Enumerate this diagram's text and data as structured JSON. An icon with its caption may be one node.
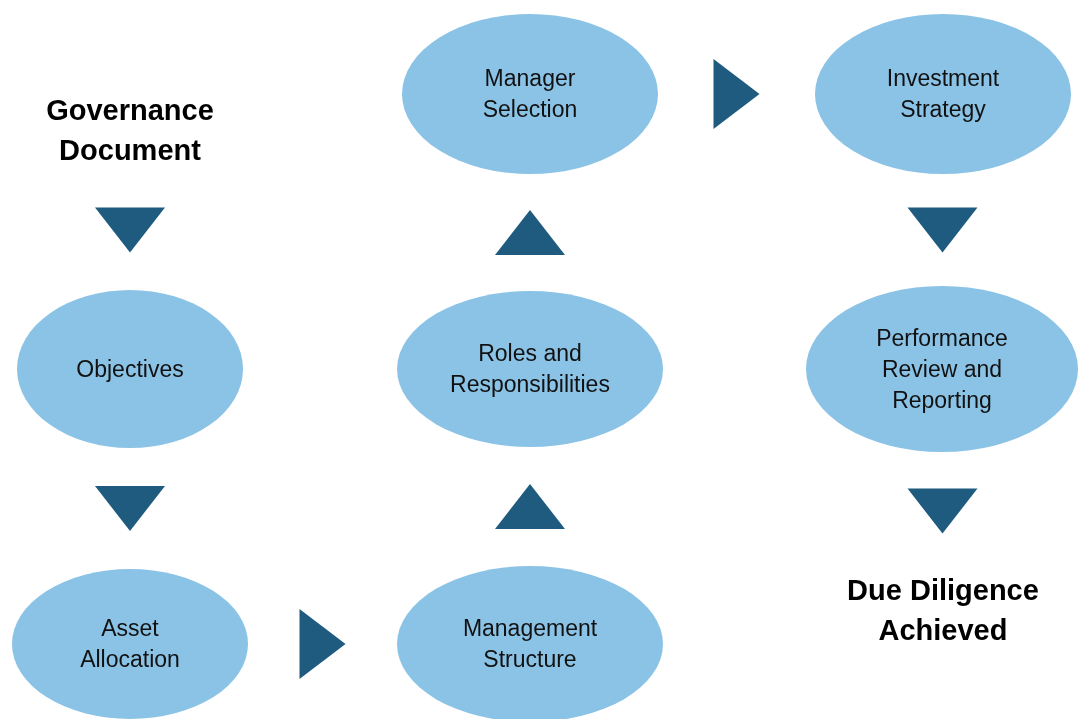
{
  "diagram": {
    "nodes": [
      {
        "text": [
          "Governance Document"
        ]
      },
      {
        "text": [
          "Objectives"
        ]
      },
      {
        "text": [
          "Asset Allocation"
        ]
      },
      {
        "text": [
          "Management Structure"
        ]
      },
      {
        "text": [
          "Roles and Responsibilities"
        ]
      },
      {
        "text": [
          "Manager Selection"
        ]
      },
      {
        "text": [
          "Investment Strategy"
        ]
      },
      {
        "text": [
          "Performance Review and Reporting"
        ]
      },
      {
        "text": [
          "Due Diligence Achieved"
        ]
      }
    ],
    "edges": [
      {
        "from": 0,
        "to": 1,
        "arrow": "to"
      },
      {
        "from": 1,
        "to": 2,
        "arrow": "to"
      },
      {
        "from": 2,
        "to": 3,
        "arrow": "to"
      },
      {
        "from": 3,
        "to": 4,
        "arrow": "to"
      },
      {
        "from": 4,
        "to": 5,
        "arrow": "to"
      },
      {
        "from": 5,
        "to": 6,
        "arrow": "to"
      },
      {
        "from": 6,
        "to": 7,
        "arrow": "to"
      },
      {
        "from": 7,
        "to": 8,
        "arrow": "to"
      }
    ]
  }
}
